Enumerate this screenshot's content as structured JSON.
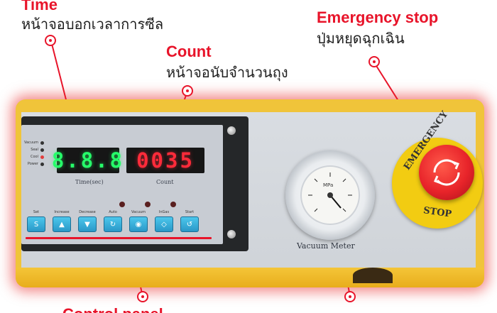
{
  "callouts": {
    "time": {
      "en": "Time",
      "th": "หน้าจอบอกเวลาการซีล"
    },
    "count": {
      "en": "Count",
      "th": "หน้าจอนับจำนวนถุง"
    },
    "emergency": {
      "en": "Emergency stop",
      "th": "ปุ่มหยุดฉุกเฉิน"
    },
    "control": {
      "en": "Control panel"
    }
  },
  "panel": {
    "status_indicators": [
      {
        "label": "Vacuum",
        "active": false
      },
      {
        "label": "Seal",
        "active": false
      },
      {
        "label": "Cool",
        "active": true
      },
      {
        "label": "Power",
        "active": false
      }
    ],
    "time_display": "8.8.8",
    "time_caption": "Time(sec)",
    "count_display": "0035",
    "count_caption": "Count",
    "keys": [
      {
        "label": "Set",
        "symbol": "S",
        "led": false
      },
      {
        "label": "Increase",
        "symbol": "▲",
        "led": false
      },
      {
        "label": "Decrease",
        "symbol": "▼",
        "led": false
      },
      {
        "label": "Auto",
        "symbol": "↻",
        "led": true
      },
      {
        "label": "Vacuum",
        "symbol": "◉",
        "led": true
      },
      {
        "label": "InGas",
        "symbol": "◇",
        "led": true
      },
      {
        "label": "Start",
        "symbol": "↺",
        "led": false
      }
    ]
  },
  "meter": {
    "label": "Vacuum Meter",
    "face_text": "MPa"
  },
  "emergency": {
    "ring_top": "EMERGENCY",
    "ring_bottom": "STOP"
  },
  "colors": {
    "accent_red": "#e8142a",
    "machine_yellow": "#f0c43a",
    "time_green": "#26ff6a",
    "count_red": "#ff2b3a",
    "key_blue": "#2a98c8"
  }
}
